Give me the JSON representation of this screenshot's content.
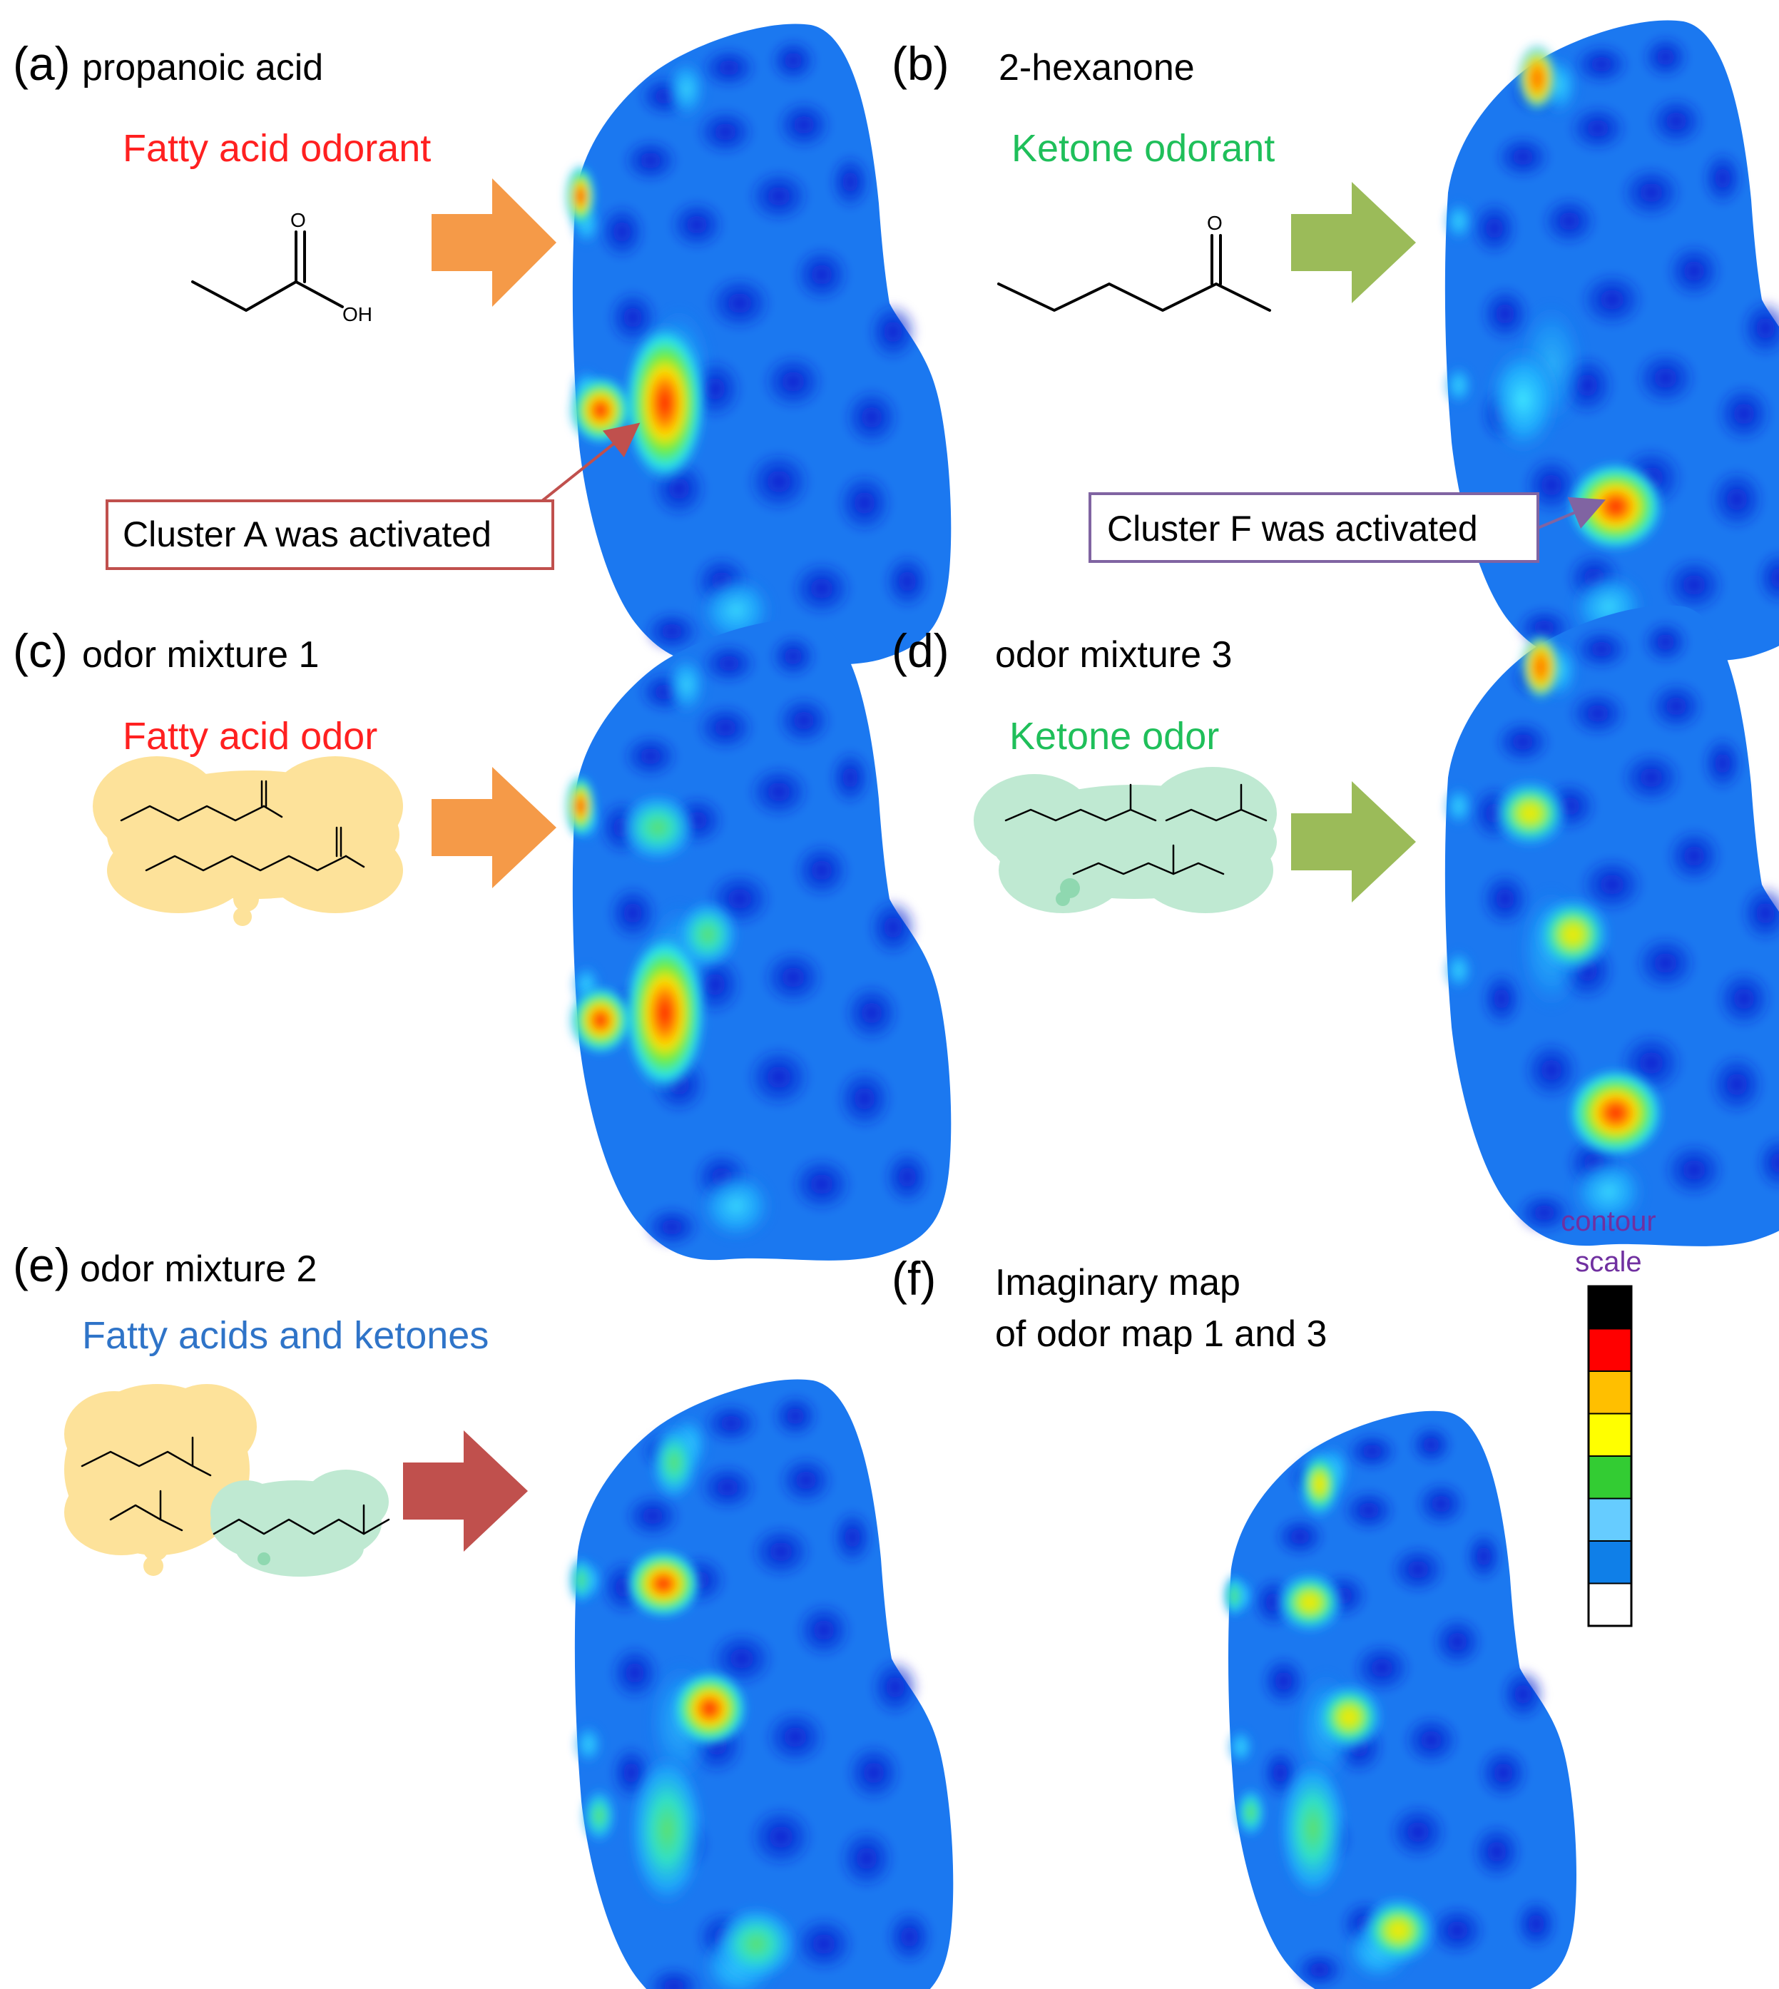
{
  "colors": {
    "fatty_acid": "#ff2020",
    "ketone": "#1fbf5a",
    "mixture": "#2f74c8",
    "scale_title": "#7030a0",
    "arrow_fatty": "#f59a48",
    "arrow_ketone": "#9bbb59",
    "arrow_mixture": "#c0504d",
    "callout_a_border": "#c0504d",
    "callout_f_border": "#8064a2",
    "cloud_fatty": "#fde29a",
    "cloud_ketone": "#bfe9d2"
  },
  "panels": {
    "a": {
      "letter": "(a)",
      "title": "propanoic acid",
      "subtitle": "Fatty acid odorant",
      "callout": "Cluster A was activated",
      "oh": "OH"
    },
    "b": {
      "letter": "(b)",
      "title": "2-hexanone",
      "subtitle": "Ketone odorant",
      "callout": "Cluster F was activated",
      "o": "O"
    },
    "c": {
      "letter": "(c)",
      "title": "odor mixture 1",
      "subtitle": "Fatty acid odor"
    },
    "d": {
      "letter": "(d)",
      "title": "odor mixture 3",
      "subtitle": "Ketone odor"
    },
    "e": {
      "letter": "(e)",
      "title": "odor mixture 2",
      "subtitle": "Fatty acids and ketones"
    },
    "f": {
      "letter": "(f)",
      "title_line1": "Imaginary map",
      "title_line2": "of odor map 1 and 3"
    }
  },
  "contour_scale": {
    "title_line1": "contour",
    "title_line2": "scale",
    "levels_top_to_bottom": [
      "#000000",
      "#ff0000",
      "#ffbf00",
      "#ffff00",
      "#33cc33",
      "#66ccff",
      "#0f7fe8",
      "#ffffff"
    ]
  },
  "maps": {
    "a": {
      "hot_spots": [
        "Cluster A (red)",
        "upper-left edge (red)"
      ]
    },
    "b": {
      "hot_spots": [
        "Cluster F (red)",
        "top (orange)"
      ]
    },
    "c": {
      "hot_spots": [
        "Cluster A (red)",
        "upper-left edge (red)",
        "two green spots"
      ]
    },
    "d": {
      "hot_spots": [
        "Cluster F (orange)",
        "top (orange)",
        "two yellow spots"
      ]
    },
    "e": {
      "hot_spots": [
        "two red/orange spots",
        "green spots"
      ]
    },
    "f": {
      "hot_spots": [
        "yellow/green spots"
      ]
    }
  }
}
